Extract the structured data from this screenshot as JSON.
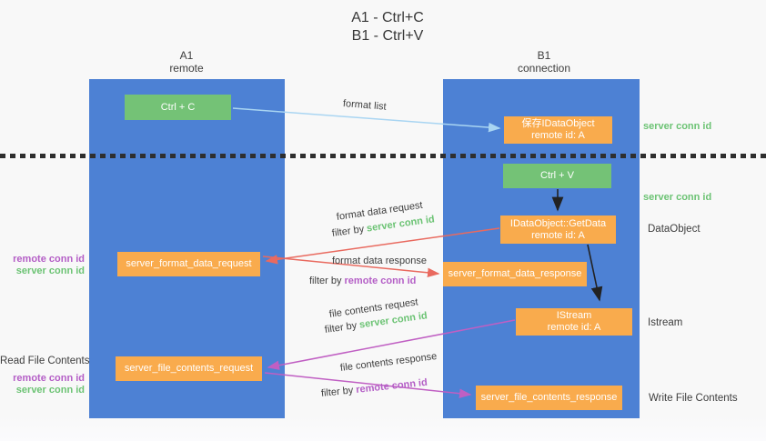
{
  "title": {
    "line1": "A1 - Ctrl+C",
    "line2": "B1 - Ctrl+V"
  },
  "lanes": {
    "a": {
      "name": "A1",
      "role": "remote"
    },
    "b": {
      "name": "B1",
      "role": "connection"
    }
  },
  "nodes": {
    "ctrl_c": {
      "label": "Ctrl + C"
    },
    "save_dataobject": {
      "line1": "保存IDataObject",
      "line2": "remote id: A"
    },
    "ctrl_v": {
      "label": "Ctrl + V"
    },
    "getdata": {
      "line1": "IDataObject::GetData",
      "line2": "remote id: A"
    },
    "format_data_request": {
      "label": "server_format_data_request"
    },
    "format_data_response": {
      "label": "server_format_data_response"
    },
    "istream": {
      "line1": "IStream",
      "line2": "remote id: A"
    },
    "file_contents_request": {
      "label": "server_file_contents_request"
    },
    "file_contents_response": {
      "label": "server_file_contents_response"
    }
  },
  "flow_labels": {
    "format_list": "format list",
    "format_data_request": "format data request",
    "format_data_response": "format data response",
    "file_contents_request": "file contents request",
    "file_contents_response": "file contents response",
    "filter_by": "filter by ",
    "server_conn_id": "server conn id",
    "remote_conn_id": "remote conn id"
  },
  "annotations": {
    "right": {
      "server_conn_id_top": "server conn id",
      "server_conn_id_mid": "server conn id",
      "dataobject": "DataObject",
      "istream": "Istream",
      "write_file_contents": "Write File Contents"
    },
    "left": {
      "remote_conn_id_1": "remote conn id",
      "server_conn_id_1": "server conn id",
      "read_file_contents": "Read File Contents",
      "remote_conn_id_2": "remote conn id",
      "server_conn_id_2": "server conn id"
    }
  },
  "colors": {
    "lane_blue": "#4d81d4",
    "node_green": "#74c276",
    "node_orange": "#f9ab4d",
    "arrow_red": "#e96a5f",
    "arrow_magenta": "#c05fc3",
    "arrow_light_blue": "#a9d5f2",
    "arrow_black": "#222222",
    "text_green": "#6cc374",
    "text_purple": "#b45ec6",
    "text_gray": "#3d3d3d"
  }
}
